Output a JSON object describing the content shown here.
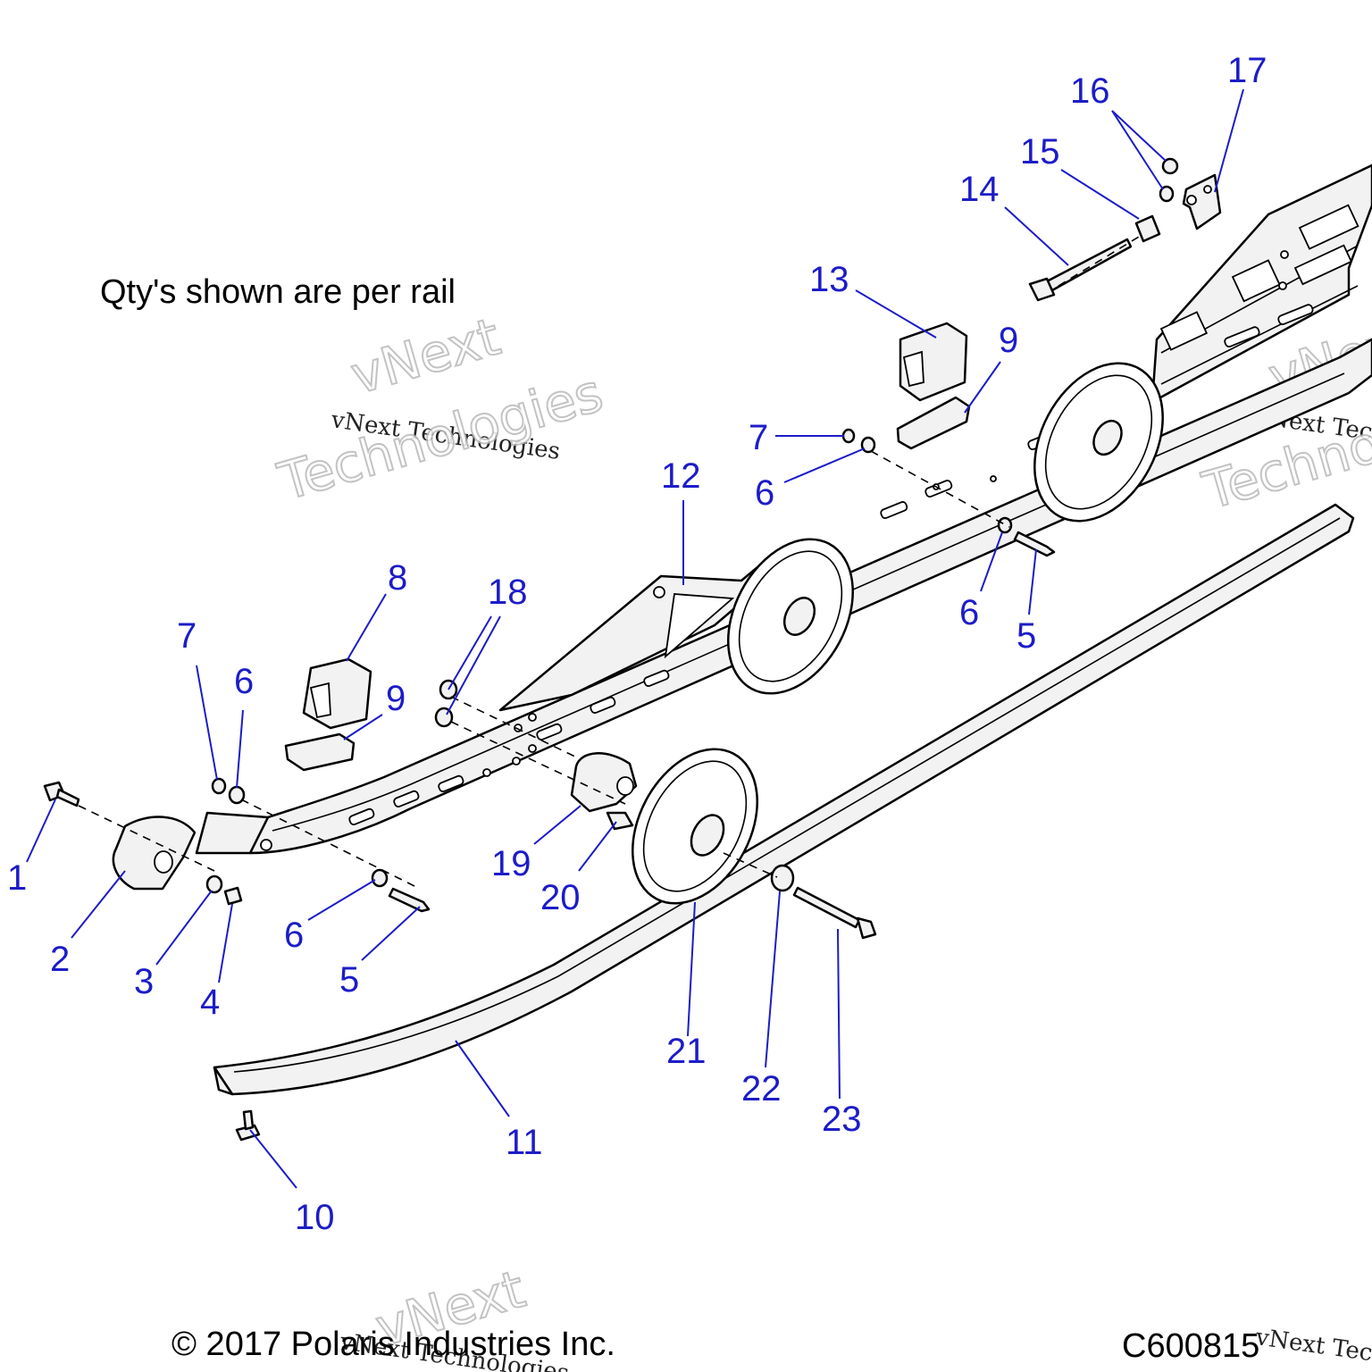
{
  "note": "Qty's shown are per rail",
  "copyright": "© 2017 Polaris Industries Inc.",
  "figure_code": "C600815",
  "watermark": {
    "line_small": "vNext Technologies",
    "line_big_1": "vNext",
    "line_big_2": "Technologies"
  },
  "callouts": [
    {
      "id": "c1",
      "label": "1"
    },
    {
      "id": "c2",
      "label": "2"
    },
    {
      "id": "c3",
      "label": "3"
    },
    {
      "id": "c4",
      "label": "4"
    },
    {
      "id": "c5a",
      "label": "5"
    },
    {
      "id": "c5b",
      "label": "5"
    },
    {
      "id": "c6a",
      "label": "6"
    },
    {
      "id": "c6b",
      "label": "6"
    },
    {
      "id": "c6c",
      "label": "6"
    },
    {
      "id": "c6d",
      "label": "6"
    },
    {
      "id": "c7a",
      "label": "7"
    },
    {
      "id": "c7b",
      "label": "7"
    },
    {
      "id": "c8",
      "label": "8"
    },
    {
      "id": "c9a",
      "label": "9"
    },
    {
      "id": "c9b",
      "label": "9"
    },
    {
      "id": "c10",
      "label": "10"
    },
    {
      "id": "c11",
      "label": "11"
    },
    {
      "id": "c12",
      "label": "12"
    },
    {
      "id": "c13",
      "label": "13"
    },
    {
      "id": "c14",
      "label": "14"
    },
    {
      "id": "c15",
      "label": "15"
    },
    {
      "id": "c16",
      "label": "16"
    },
    {
      "id": "c17",
      "label": "17"
    },
    {
      "id": "c18",
      "label": "18"
    },
    {
      "id": "c19",
      "label": "19"
    },
    {
      "id": "c20",
      "label": "20"
    },
    {
      "id": "c21",
      "label": "21"
    },
    {
      "id": "c22",
      "label": "22"
    },
    {
      "id": "c23",
      "label": "23"
    }
  ],
  "colors": {
    "callout": "#1c1cc8",
    "line": "#000000",
    "fill": "#f2f2f2"
  }
}
